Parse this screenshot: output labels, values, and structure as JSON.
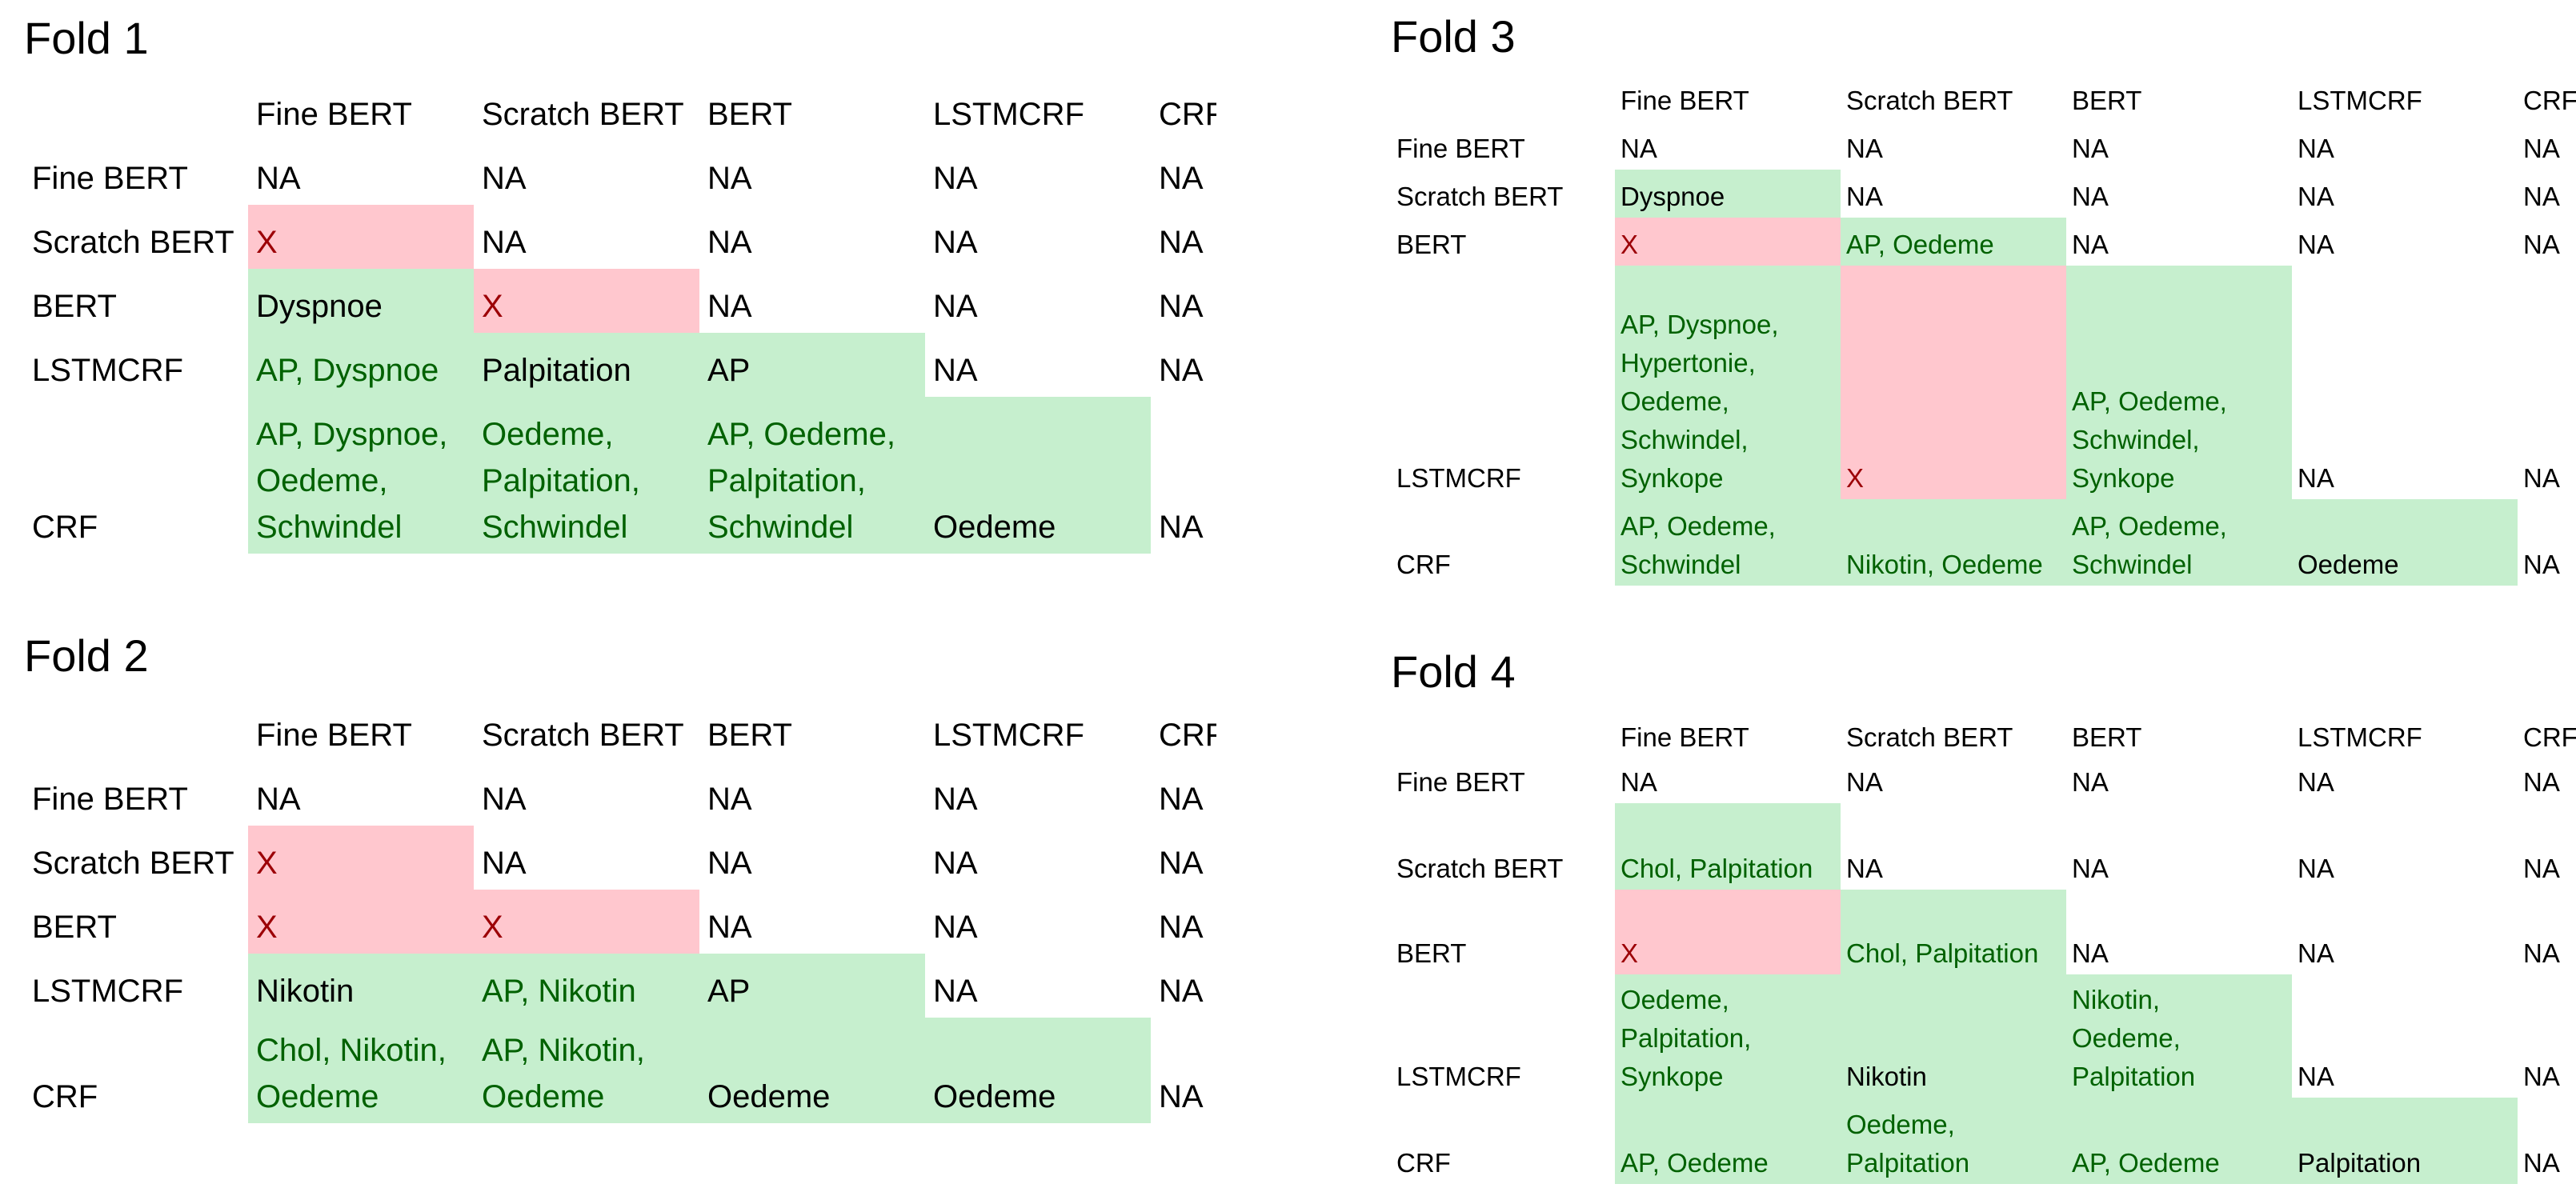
{
  "folds": [
    {
      "id": "fold1",
      "title": "Fold 1",
      "columns": [
        "Fine BERT",
        "Scratch BERT",
        "BERT",
        "LSTMCRF",
        "CRF"
      ],
      "rows": [
        {
          "label": "Fine BERT",
          "cells": [
            {
              "text": "NA",
              "status": "na"
            },
            {
              "text": "NA",
              "status": "na"
            },
            {
              "text": "NA",
              "status": "na"
            },
            {
              "text": "NA",
              "status": "na"
            },
            {
              "text": "NA",
              "status": "na"
            }
          ]
        },
        {
          "label": "Scratch BERT",
          "cells": [
            {
              "text": "X",
              "status": "red"
            },
            {
              "text": "NA",
              "status": "na"
            },
            {
              "text": "NA",
              "status": "na"
            },
            {
              "text": "NA",
              "status": "na"
            },
            {
              "text": "NA",
              "status": "na"
            }
          ]
        },
        {
          "label": "BERT",
          "cells": [
            {
              "text": "Dyspnoe",
              "status": "green-black"
            },
            {
              "text": "X",
              "status": "red"
            },
            {
              "text": "NA",
              "status": "na"
            },
            {
              "text": "NA",
              "status": "na"
            },
            {
              "text": "NA",
              "status": "na"
            }
          ]
        },
        {
          "label": "LSTMCRF",
          "cells": [
            {
              "text": "AP, Dyspnoe",
              "status": "green"
            },
            {
              "text": "Palpitation",
              "status": "green-black"
            },
            {
              "text": "AP",
              "status": "green-black"
            },
            {
              "text": "NA",
              "status": "na"
            },
            {
              "text": "NA",
              "status": "na"
            }
          ]
        },
        {
          "label": "CRF",
          "cells": [
            {
              "text": "AP, Dyspnoe,\nOedeme,\nSchwindel",
              "status": "green"
            },
            {
              "text": "Oedeme,\nPalpitation,\nSchwindel",
              "status": "green"
            },
            {
              "text": "AP, Oedeme,\nPalpitation,\nSchwindel",
              "status": "green"
            },
            {
              "text": "Oedeme",
              "status": "green-black"
            },
            {
              "text": "NA",
              "status": "na"
            }
          ]
        }
      ]
    },
    {
      "id": "fold2",
      "title": "Fold 2",
      "columns": [
        "Fine BERT",
        "Scratch BERT",
        "BERT",
        "LSTMCRF",
        "CRF"
      ],
      "rows": [
        {
          "label": "Fine BERT",
          "cells": [
            {
              "text": "NA",
              "status": "na"
            },
            {
              "text": "NA",
              "status": "na"
            },
            {
              "text": "NA",
              "status": "na"
            },
            {
              "text": "NA",
              "status": "na"
            },
            {
              "text": "NA",
              "status": "na"
            }
          ]
        },
        {
          "label": "Scratch BERT",
          "cells": [
            {
              "text": "X",
              "status": "red"
            },
            {
              "text": "NA",
              "status": "na"
            },
            {
              "text": "NA",
              "status": "na"
            },
            {
              "text": "NA",
              "status": "na"
            },
            {
              "text": "NA",
              "status": "na"
            }
          ]
        },
        {
          "label": "BERT",
          "cells": [
            {
              "text": "X",
              "status": "red"
            },
            {
              "text": "X",
              "status": "red"
            },
            {
              "text": "NA",
              "status": "na"
            },
            {
              "text": "NA",
              "status": "na"
            },
            {
              "text": "NA",
              "status": "na"
            }
          ]
        },
        {
          "label": "LSTMCRF",
          "cells": [
            {
              "text": "Nikotin",
              "status": "green-black"
            },
            {
              "text": "AP, Nikotin",
              "status": "green"
            },
            {
              "text": "AP",
              "status": "green-black"
            },
            {
              "text": "NA",
              "status": "na"
            },
            {
              "text": "NA",
              "status": "na"
            }
          ]
        },
        {
          "label": "CRF",
          "cells": [
            {
              "text": "Chol, Nikotin,\nOedeme",
              "status": "green"
            },
            {
              "text": "AP, Nikotin,\nOedeme",
              "status": "green"
            },
            {
              "text": "Oedeme",
              "status": "green-black"
            },
            {
              "text": "Oedeme",
              "status": "green-black"
            },
            {
              "text": "NA",
              "status": "na"
            }
          ]
        }
      ]
    },
    {
      "id": "fold3",
      "title": "Fold 3",
      "columns": [
        "Fine BERT",
        "Scratch BERT",
        "BERT",
        "LSTMCRF",
        "CRF"
      ],
      "rows": [
        {
          "label": "Fine BERT",
          "cells": [
            {
              "text": "NA",
              "status": "na"
            },
            {
              "text": "NA",
              "status": "na"
            },
            {
              "text": "NA",
              "status": "na"
            },
            {
              "text": "NA",
              "status": "na"
            },
            {
              "text": "NA",
              "status": "na"
            }
          ]
        },
        {
          "label": "Scratch BERT",
          "cells": [
            {
              "text": "Dyspnoe",
              "status": "green-black"
            },
            {
              "text": "NA",
              "status": "na"
            },
            {
              "text": "NA",
              "status": "na"
            },
            {
              "text": "NA",
              "status": "na"
            },
            {
              "text": "NA",
              "status": "na"
            }
          ]
        },
        {
          "label": "BERT",
          "cells": [
            {
              "text": "X",
              "status": "red"
            },
            {
              "text": "AP, Oedeme",
              "status": "green"
            },
            {
              "text": "NA",
              "status": "na"
            },
            {
              "text": "NA",
              "status": "na"
            },
            {
              "text": "NA",
              "status": "na"
            }
          ]
        },
        {
          "label": "LSTMCRF",
          "cells": [
            {
              "text": "AP, Dyspnoe,\nHypertonie,\nOedeme,\nSchwindel,\nSynkope",
              "status": "green"
            },
            {
              "text": "X",
              "status": "red"
            },
            {
              "text": "AP, Oedeme,\nSchwindel,\nSynkope",
              "status": "green"
            },
            {
              "text": "NA",
              "status": "na"
            },
            {
              "text": "NA",
              "status": "na"
            }
          ]
        },
        {
          "label": "CRF",
          "cells": [
            {
              "text": "AP, Oedeme,\nSchwindel",
              "status": "green"
            },
            {
              "text": "Nikotin, Oedeme",
              "status": "green"
            },
            {
              "text": "AP, Oedeme,\nSchwindel",
              "status": "green"
            },
            {
              "text": "Oedeme",
              "status": "green-black"
            },
            {
              "text": "NA",
              "status": "na"
            }
          ]
        }
      ]
    },
    {
      "id": "fold4",
      "title": "Fold 4",
      "columns": [
        "Fine BERT",
        "Scratch BERT",
        "BERT",
        "LSTMCRF",
        "CRF"
      ],
      "rows": [
        {
          "label": "Fine BERT",
          "cells": [
            {
              "text": "NA",
              "status": "na"
            },
            {
              "text": "NA",
              "status": "na"
            },
            {
              "text": "NA",
              "status": "na"
            },
            {
              "text": "NA",
              "status": "na"
            },
            {
              "text": "NA",
              "status": "na"
            }
          ]
        },
        {
          "label": "Scratch BERT",
          "cells": [
            {
              "text": "Chol, Palpitation",
              "status": "green"
            },
            {
              "text": "NA",
              "status": "na"
            },
            {
              "text": "NA",
              "status": "na"
            },
            {
              "text": "NA",
              "status": "na"
            },
            {
              "text": "NA",
              "status": "na"
            }
          ]
        },
        {
          "label": "BERT",
          "cells": [
            {
              "text": "X",
              "status": "red"
            },
            {
              "text": "Chol, Palpitation",
              "status": "green"
            },
            {
              "text": "NA",
              "status": "na"
            },
            {
              "text": "NA",
              "status": "na"
            },
            {
              "text": "NA",
              "status": "na"
            }
          ]
        },
        {
          "label": "LSTMCRF",
          "cells": [
            {
              "text": "Oedeme,\nPalpitation,\nSynkope",
              "status": "green"
            },
            {
              "text": "Nikotin",
              "status": "green-black"
            },
            {
              "text": "Nikotin,\nOedeme,\nPalpitation",
              "status": "green"
            },
            {
              "text": "NA",
              "status": "na"
            },
            {
              "text": "NA",
              "status": "na"
            }
          ]
        },
        {
          "label": "CRF",
          "cells": [
            {
              "text": "AP, Oedeme",
              "status": "green"
            },
            {
              "text": "Oedeme,\nPalpitation",
              "status": "green"
            },
            {
              "text": "AP, Oedeme",
              "status": "green"
            },
            {
              "text": "Palpitation",
              "status": "green-black"
            },
            {
              "text": "NA",
              "status": "na"
            }
          ]
        }
      ]
    }
  ],
  "colors": {
    "green_fill": "#c6efce",
    "green_text": "#006100",
    "red_fill": "#ffc7ce",
    "red_text": "#9c0006"
  }
}
